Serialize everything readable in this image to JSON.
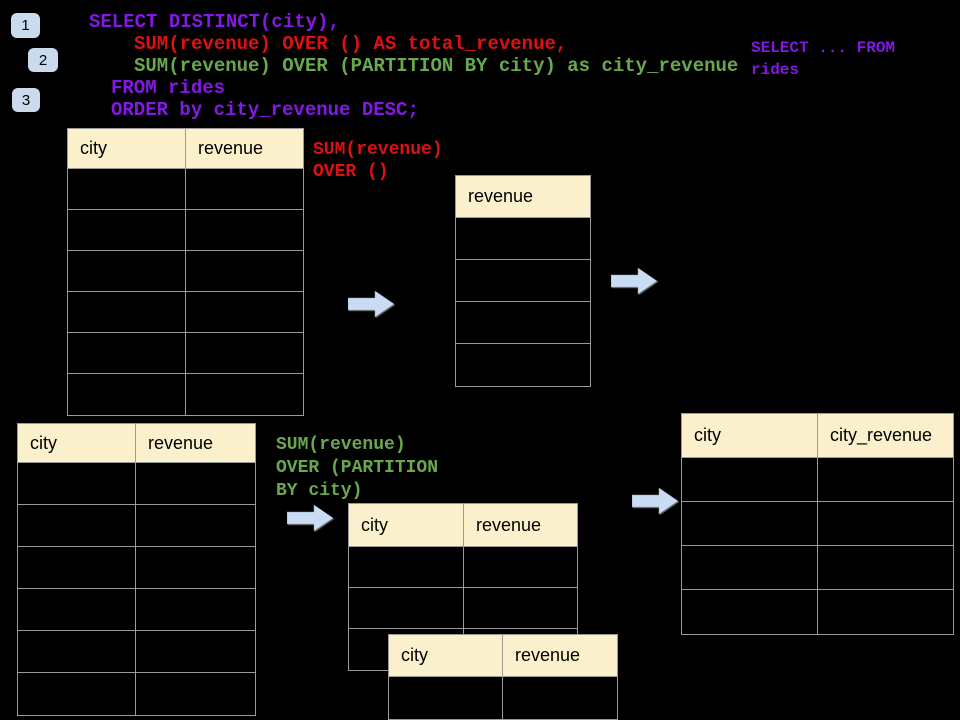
{
  "colors": {
    "background": "#000000",
    "sql_purple": "#8418E4",
    "sql_red": "#DD1111",
    "sql_green": "#6AA84F",
    "table_header_fill": "#FBF0CC",
    "grid_line": "#9A9A9A",
    "arrow_fill": "#C9DCF3",
    "badge_fill": "#CADBEE"
  },
  "badges": [
    {
      "label": "1"
    },
    {
      "label": "2"
    },
    {
      "label": "3"
    }
  ],
  "sql": {
    "line1": "SELECT DISTINCT(city),",
    "line2": "SUM(revenue) OVER () AS total_revenue,",
    "line3": "SUM(revenue) OVER (PARTITION BY city) as city_revenue",
    "line4": "FROM rides",
    "line5": "ORDER by city_revenue DESC;"
  },
  "side_note": "SELECT ... FROM\nrides",
  "labels": {
    "total": "SUM(revenue)\nOVER ()",
    "partition": "SUM(revenue)\nOVER (PARTITION\nBY city)"
  },
  "tables": {
    "source_top": {
      "columns": [
        "city",
        "revenue"
      ],
      "body_rows": 6
    },
    "total_result": {
      "columns": [
        "revenue"
      ],
      "body_rows": 4
    },
    "source_bottom": {
      "columns": [
        "city",
        "revenue"
      ],
      "body_rows": 6
    },
    "partition_back": {
      "columns": [
        "city",
        "revenue"
      ],
      "body_rows": 3
    },
    "partition_front": {
      "columns": [
        "city",
        "revenue"
      ],
      "body_rows": 1
    },
    "city_result": {
      "columns": [
        "city",
        "city_revenue"
      ],
      "body_rows": 4
    }
  },
  "icons": {
    "arrow": "arrow-right"
  }
}
